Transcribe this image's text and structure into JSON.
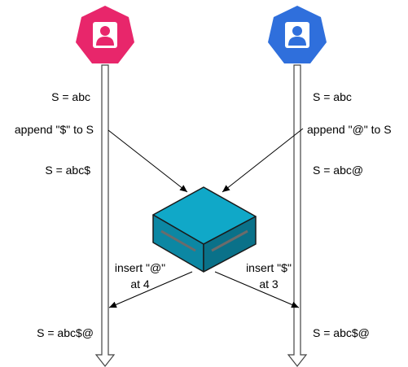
{
  "colors": {
    "user_left": "#e8266b",
    "user_right": "#2f6fdc",
    "server_top": "#10a8c8",
    "server_side": "#0c87a3",
    "server_side_dark": "#0a7189",
    "server_outline": "#1a1a1a",
    "line": "#000000"
  },
  "icons": {
    "left_user": "user-icon",
    "right_user": "user-icon",
    "server": "server-icon"
  },
  "left": {
    "state1": "S = abc",
    "op": "append \"$\" to S",
    "state2": "S = abc$",
    "state3": "S = abc$@"
  },
  "right": {
    "state1": "S = abc",
    "op": "append \"@\" to S",
    "state2": "S = abc@",
    "state3": "S = abc$@"
  },
  "server_ops": {
    "to_left_line1": "insert \"@\"",
    "to_left_line2": "at 4",
    "to_right_line1": "insert \"$\"",
    "to_right_line2": "at 3"
  }
}
